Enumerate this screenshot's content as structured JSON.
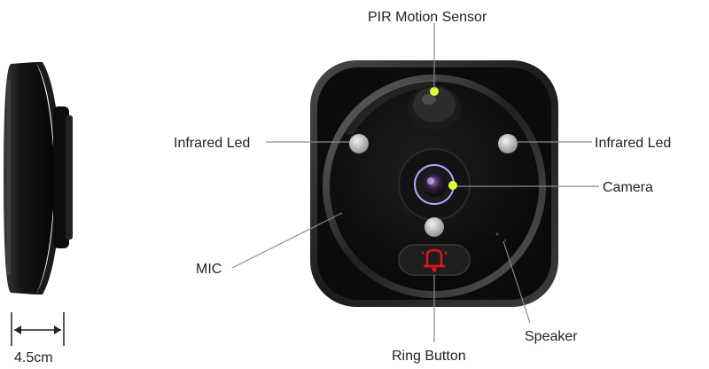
{
  "labels": {
    "pir": "PIR Motion Sensor",
    "infrared_left": "Infrared Led",
    "infrared_right": "Infrared Led",
    "camera": "Camera",
    "mic": "MIC",
    "ring_button": "Ring Button",
    "speaker": "Speaker",
    "depth": "4.5cm"
  },
  "colors": {
    "body": "#0b0b0b",
    "bezel": "#2a2a2a",
    "ring_icon": "#e0141c",
    "led_highlight": "#d9ff3a",
    "leader_line": "#8a8a8a"
  }
}
